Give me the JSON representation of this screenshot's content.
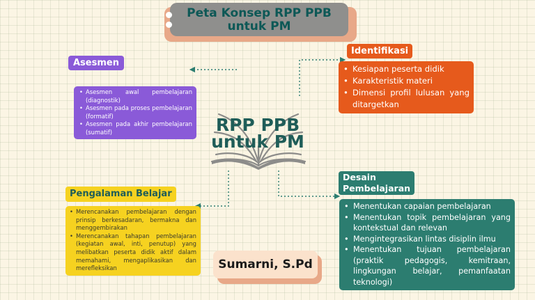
{
  "title": {
    "line1": "Peta Konsep RPP PPB",
    "line2": "untuk PM"
  },
  "center": {
    "line1": "RPP PPB",
    "line2": "untuk PM"
  },
  "asesmen": {
    "label": "Asesmen",
    "items": [
      "Asesmen awal pembelajaran (diagnostik)",
      "Asesmen pada proses pembelajaran (formatif)",
      "Asesmen pada akhir pembelajaran (sumatif)"
    ]
  },
  "identifikasi": {
    "label": "Identifikasi",
    "items": [
      "Kesiapan peserta didik",
      "Karakteristik materi",
      "Dimensi profil lulusan yang ditargetkan"
    ]
  },
  "pengalaman": {
    "label": "Pengalaman Belajar",
    "items": [
      "Merencanakan pembelajaran dengan prinsip berkesadaran, bermakna dan menggembirakan",
      "Merencanakan tahapan pembelajaran (kegiatan awal, inti, penutup) yang melibatkan peserta didik aktif dalam memahami, mengaplikasikan dan merefleksikan"
    ]
  },
  "desain": {
    "label_line1": "Desain",
    "label_line2": "Pembelajaran",
    "items": [
      "Menentukan capaian pembelajaran",
      "Menentukan topik pembelajaran yang kontekstual dan relevan",
      "Mengintegrasikan lintas disiplin ilmu",
      "Menentukan tujuan pembelajaran (praktik pedagogis, kemitraan, lingkungan belajar, pemanfaatan teknologi)"
    ]
  },
  "author": "Sumarni, S.Pd",
  "colors": {
    "asesmen": "#8a5ad8",
    "identifikasi": "#e65a1c",
    "pengalaman": "#f6d220",
    "desain": "#2c7d70",
    "title_text": "#0d5856"
  }
}
